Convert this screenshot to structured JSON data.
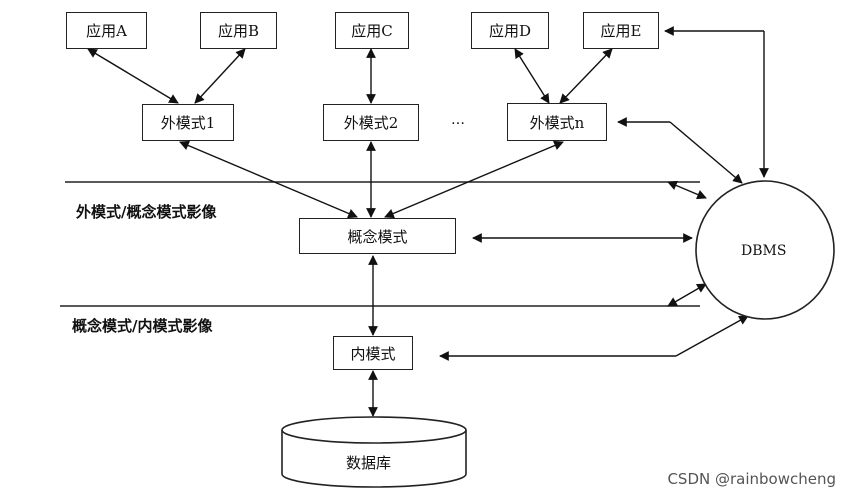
{
  "apps": [
    "应用A",
    "应用B",
    "应用C",
    "应用D",
    "应用E"
  ],
  "external_schemas": [
    "外模式1",
    "外模式2",
    "外模式n"
  ],
  "ellipsis": "…",
  "mapping_labels": {
    "external_conceptual": "外模式/概念模式影像",
    "conceptual_internal": "概念模式/内模式影像"
  },
  "conceptual_schema": "概念模式",
  "internal_schema": "内模式",
  "database": "数据库",
  "dbms": "DBMS",
  "watermark": "CSDN @rainbowcheng"
}
